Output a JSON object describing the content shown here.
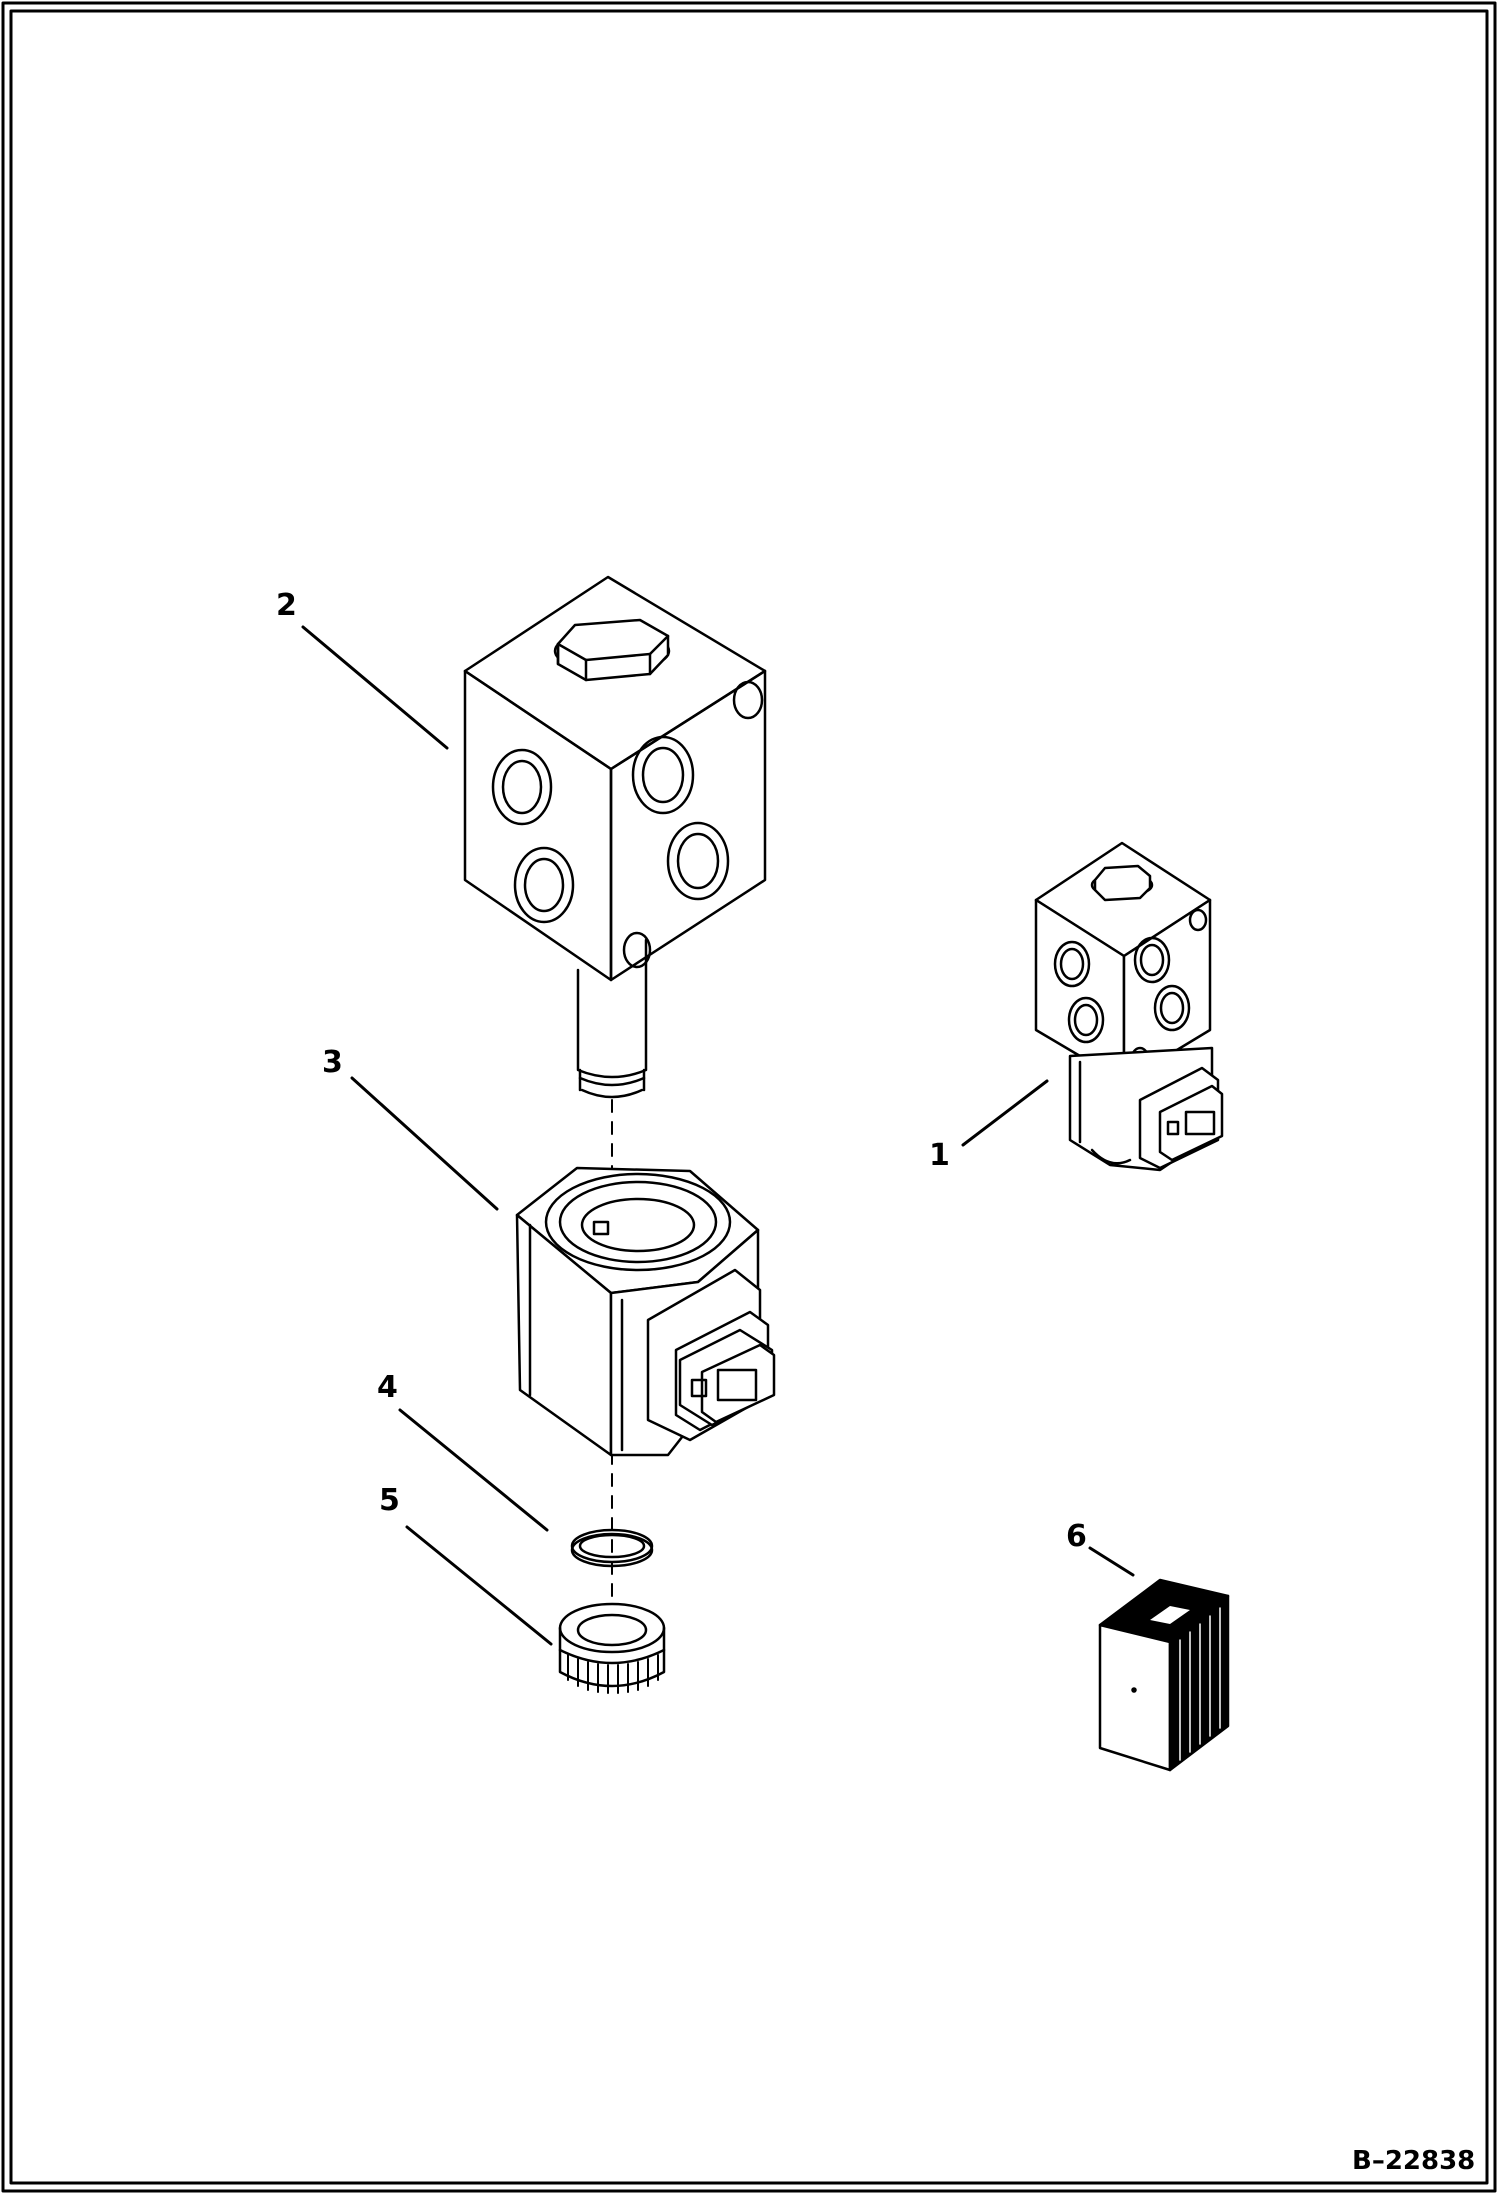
{
  "callouts": {
    "item_1": "1",
    "item_2": "2",
    "item_3": "3",
    "item_4": "4",
    "item_5": "5",
    "item_6": "6"
  },
  "document_number": "B–22838",
  "colors": {
    "line": "#000000",
    "background": "#ffffff"
  }
}
